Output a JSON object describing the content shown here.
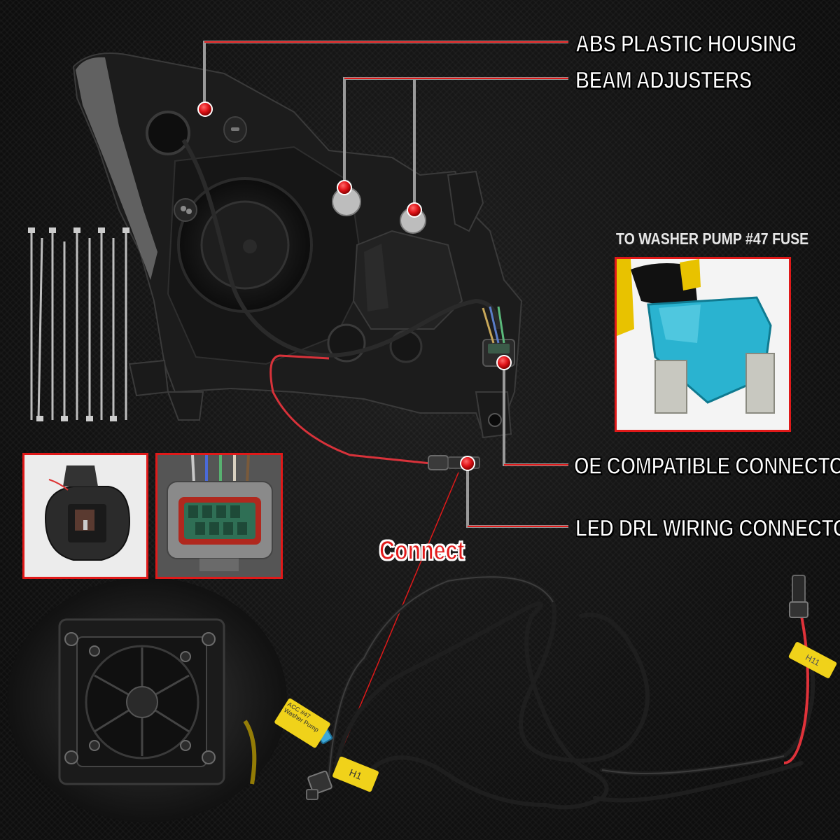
{
  "callouts": {
    "housing": "ABS PLASTIC HOUSING",
    "adjusters": "BEAM ADJUSTERS",
    "oe_connector": "OE COMPATIBLE CONNECTOR",
    "drl_connector": "LED DRL WIRING CONNECTOR"
  },
  "fuse_caption": "TO WASHER PUMP #47 FUSE",
  "connect_label": "Connect",
  "harness_tags": {
    "fuse_tag": "ACC #47 Washer Pump",
    "h1_tag": "H1",
    "h11_tag": "H11"
  },
  "colors": {
    "accent_red": "#e01919",
    "callout_line": "#8a8a8a",
    "marker_red": "#e3151a"
  }
}
